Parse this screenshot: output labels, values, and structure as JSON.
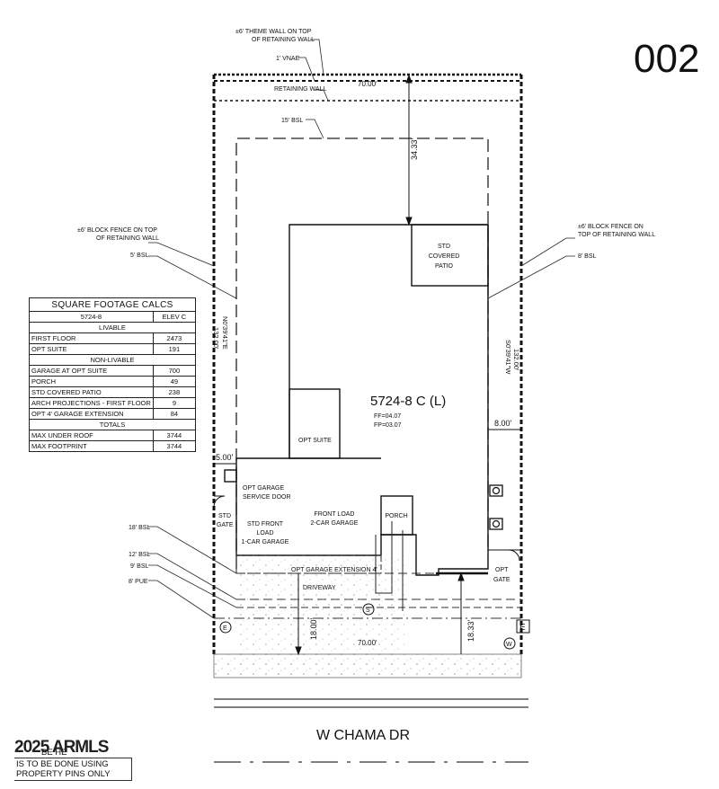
{
  "sheet_number": "002",
  "lot_label": "5724-8 C (L)",
  "ff": "FF=04.07",
  "fp": "FP=03.07",
  "street": "W CHAMA DR",
  "dims": {
    "top_width": "70.00'",
    "bottom_width": "70.00'",
    "rear_setback": "34.33'",
    "side_right": "8.00'",
    "side_left": "5.00'",
    "front_left": "18.00'",
    "front_right": "18.33'",
    "depth_left": "132.00'",
    "bearing_left": "N0'39'41\"E",
    "depth_right": "132.00'",
    "bearing_right": "S0'39'41\"W"
  },
  "callouts": {
    "theme_wall_1": "±6' THEME WALL ON TOP",
    "theme_wall_2": "OF RETAINING WALL",
    "vnae": "1' VNAE",
    "retaining_wall": "RETAINING WALL",
    "rear_bsl": "15' BSL",
    "left_fence_1": "±6' BLOCK FENCE ON TOP",
    "left_fence_2": "OF RETAINING WALL",
    "left_bsl": "5' BSL",
    "right_fence_1": "±6' BLOCK FENCE ON",
    "right_fence_2": "TOP OF RETAINING WALL",
    "right_bsl": "8' BSL",
    "bsl_18": "18' BSL",
    "bsl_12": "12' BSL",
    "bsl_9": "9' BSL",
    "pue_8": "8' PUE"
  },
  "rooms": {
    "patio_1": "STD",
    "patio_2": "COVERED",
    "patio_3": "PATIO",
    "opt_suite": "OPT SUITE",
    "opt_garage_1": "OPT GARAGE",
    "opt_garage_2": "SERVICE DOOR",
    "std_front_1": "STD FRONT",
    "std_front_2": "LOAD",
    "std_front_3": "1-CAR GARAGE",
    "front_load_1": "FRONT LOAD",
    "front_load_2": "2-CAR GARAGE",
    "porch": "PORCH",
    "std_gate_1": "STD",
    "std_gate_2": "GATE",
    "opt_gate_1": "OPT",
    "opt_gate_2": "GATE",
    "garage_ext": "OPT GARAGE EXTENSION 4'",
    "driveway": "DRIVEWAY",
    "marker_e": "E",
    "marker_w": "W",
    "marker_s": "S"
  },
  "sqft": {
    "title": "SQUARE FOOTAGE CALCS",
    "plan": "5724-8",
    "elev": "ELEV C",
    "livable": "LIVABLE",
    "non_livable": "NON-LIVABLE",
    "totals": "TOTALS",
    "rows_livable": [
      {
        "label": "FIRST FLOOR",
        "value": "2473"
      },
      {
        "label": "OPT SUITE",
        "value": "191"
      }
    ],
    "rows_non_livable": [
      {
        "label": "GARAGE AT OPT SUITE",
        "value": "700"
      },
      {
        "label": "PORCH",
        "value": "49"
      },
      {
        "label": "STD COVERED PATIO",
        "value": "238"
      },
      {
        "label": "ARCH PROJECTIONS - FIRST FLOOR",
        "value": "9"
      },
      {
        "label": "OPT 4' GARAGE EXTENSION",
        "value": "84"
      }
    ],
    "rows_totals": [
      {
        "label": "MAX UNDER ROOF",
        "value": "3744"
      },
      {
        "label": "MAX FOOTPRINT",
        "value": "3744"
      }
    ]
  },
  "note": {
    "watermark": "2025 ARMLS",
    "line1": "BE HE",
    "line2": "IS TO BE DONE USING",
    "line3": "PROPERTY PINS ONLY"
  }
}
